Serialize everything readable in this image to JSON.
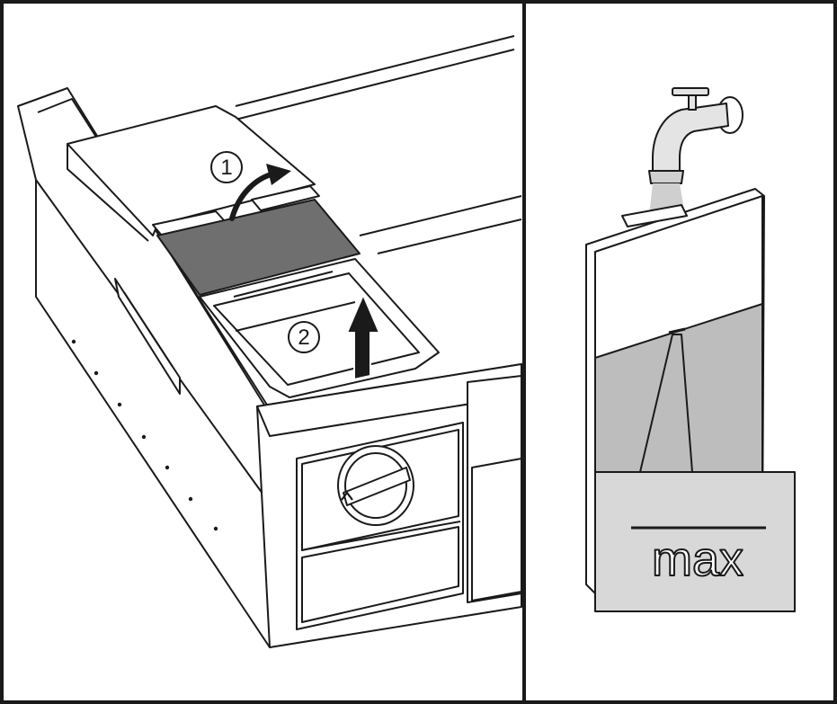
{
  "panels": [
    {
      "steps": [
        {
          "number": "1"
        },
        {
          "number": "2"
        }
      ]
    },
    {
      "fill_label": "max"
    }
  ],
  "colors": {
    "line": "#1a1a1a",
    "lid_dark": "#6f6f6f",
    "water_fill": "#bdbdbd",
    "background": "#ffffff"
  },
  "icons": [
    "rotate-arrow-icon",
    "lift-up-arrow-icon",
    "water-tap-icon"
  ]
}
